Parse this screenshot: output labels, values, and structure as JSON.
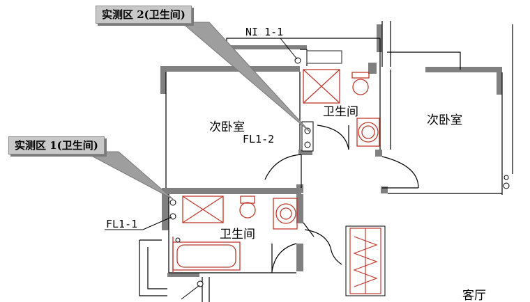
{
  "callouts": {
    "zone2": "实测区 2(卫生间)",
    "zone1": "实测区 1(卫生间)"
  },
  "tags": {
    "nl": "NI 1-1",
    "fl2": "FL1-2",
    "fl1": "FL1-1"
  },
  "rooms": {
    "bedroom_left": "次卧室",
    "bedroom_right": "次卧室",
    "bath_upper": "卫生间",
    "bath_lower": "卫生间",
    "living": "客厅"
  },
  "colors": {
    "wall": "#808080",
    "line": "#000000",
    "fixture": "#c0392b",
    "callout_fill": "#c8c8c8"
  }
}
